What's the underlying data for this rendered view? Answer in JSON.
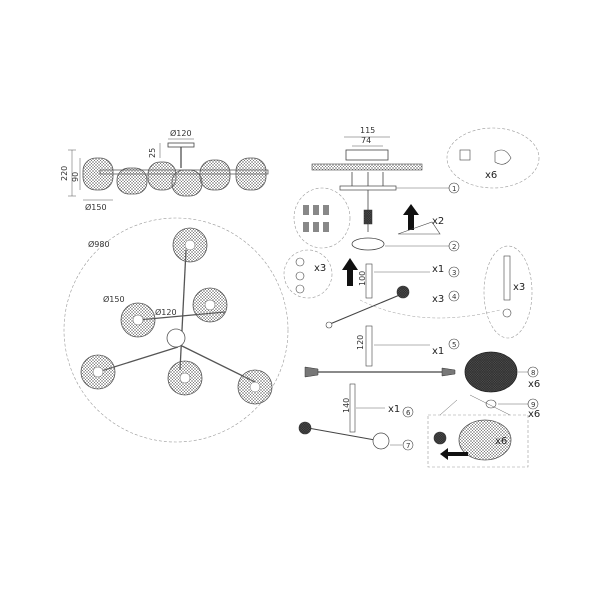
{
  "side_view": {
    "dims": {
      "top_diameter": "Ø120",
      "stem": "25",
      "height_total": "220",
      "height_shade": "90",
      "shade_diameter": "Ø150"
    }
  },
  "top_view": {
    "dims": {
      "overall": "Ø980",
      "shade": "Ø150",
      "canopy": "Ø120"
    }
  },
  "assembly": {
    "bracket_dims": {
      "outer": "115",
      "inner": "74"
    },
    "rod_lengths": {
      "r100": "100",
      "r120": "120",
      "r140": "140"
    },
    "quantities": {
      "bulbs": "x6",
      "screws_a": "x2",
      "nuts": "x3",
      "rod_3": "x1",
      "arm_4": "x3",
      "side_rod": "x3",
      "rod_5": "x1",
      "shade_8": "x6",
      "ring_9": "x6",
      "rod_6": "x1",
      "shade_inset": "x6"
    },
    "step_numbers": [
      "1",
      "2",
      "3",
      "4",
      "5",
      "6",
      "7",
      "8",
      "9"
    ]
  }
}
